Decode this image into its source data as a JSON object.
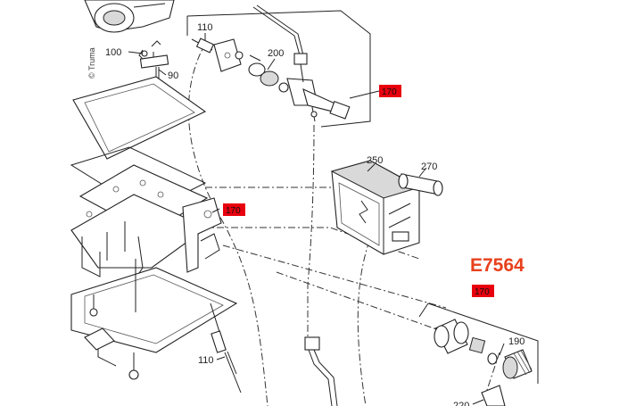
{
  "labels": {
    "l110_top": "110",
    "l200": "200",
    "l100": "100",
    "l90": "90",
    "l250": "250",
    "l270": "270",
    "l110_bottom": "110",
    "l190": "190",
    "l220": "220"
  },
  "tags": {
    "t170_a": "170",
    "t170_b": "170",
    "t170_c": "170"
  },
  "title_code": "E7564",
  "watermark": "© Truma",
  "colors": {
    "tag_fill": "#e8000d",
    "accent_text": "#e8401c"
  }
}
